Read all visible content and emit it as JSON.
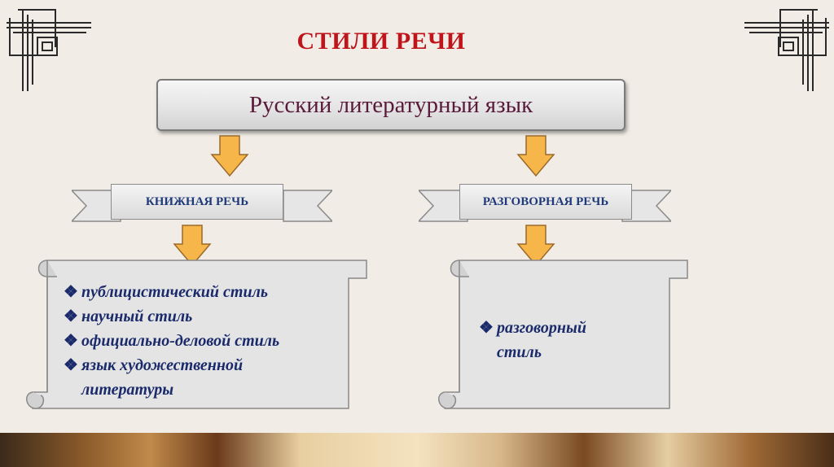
{
  "slide": {
    "title": "СТИЛИ РЕЧИ",
    "root": "Русский литературный язык",
    "branches": [
      {
        "label": "КНИЖНАЯ РЕЧЬ",
        "items": [
          "публицистический стиль",
          "научный стиль",
          "официально-деловой стиль",
          "язык художественной",
          "литературы"
        ]
      },
      {
        "label": "РАЗГОВОРНАЯ РЕЧЬ",
        "items": [
          "разговорный",
          "стиль"
        ]
      }
    ],
    "bullet_glyph": "❖"
  },
  "colors": {
    "title": "#c0141b",
    "root_text": "#5a1a3a",
    "label_text": "#1f3a78",
    "item_text": "#1a2a6a",
    "arrow_fill": "#f6b64a",
    "background": "#f1ece6"
  }
}
